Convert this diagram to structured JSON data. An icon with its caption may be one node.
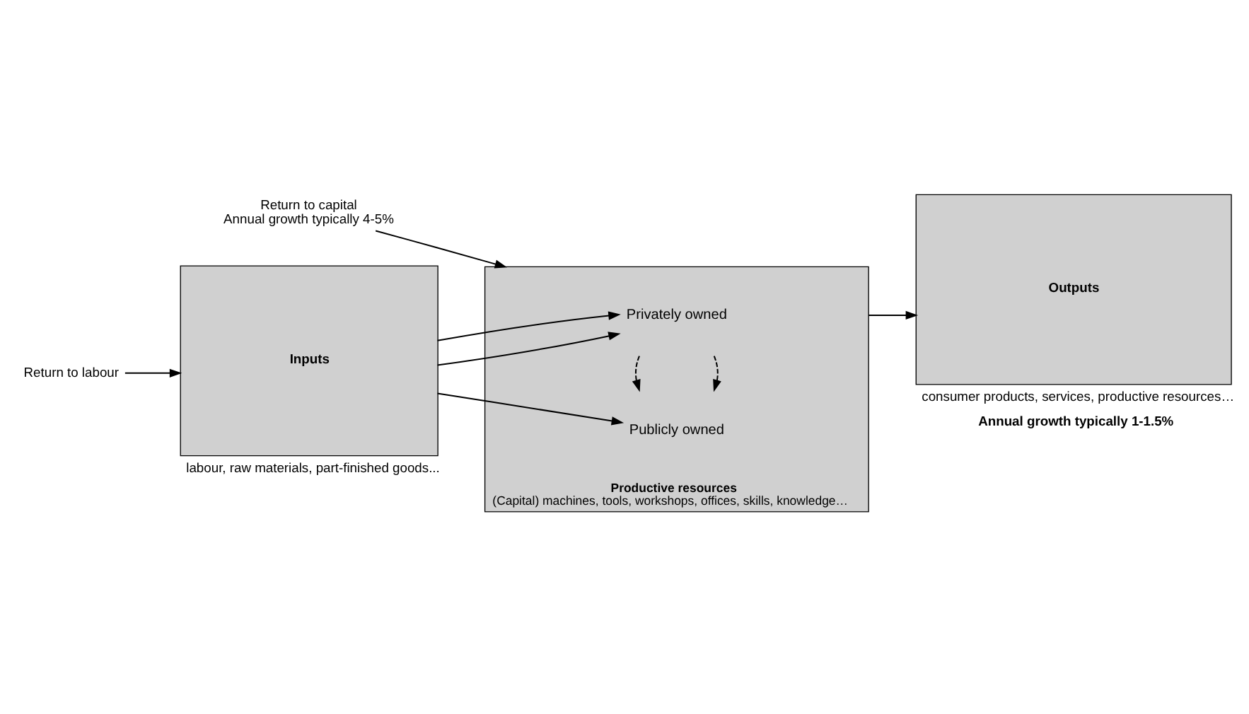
{
  "diagram": {
    "nodes": [
      {
        "text": [
          "Inputs"
        ],
        "beside": [
          "labour, raw materials, part-finished goods..."
        ]
      },
      {
        "text": [],
        "shape": "box",
        "beside": [
          "Productive resources",
          "(Capital) machines, tools, workshops, offices, skills, knowledge…"
        ]
      },
      {
        "text": [
          "Privately owned"
        ],
        "in": 1
      },
      {
        "text": [
          "Publicly owned"
        ],
        "in": 1
      },
      {
        "text": [
          "Outputs"
        ],
        "beside": [
          "consumer products, services, productive resources…",
          "Annual growth typically 1-1.5%"
        ]
      },
      {
        "text": [
          "Return to capital",
          "Annual growth typically 4-5%"
        ]
      },
      {
        "text": [
          "Return to labour"
        ]
      }
    ],
    "edges": [
      {
        "from": 0,
        "to": 2,
        "arrow": "to"
      },
      {
        "from": 0,
        "to": 2,
        "arrow": "to"
      },
      {
        "from": 0,
        "to": 3,
        "arrow": "to"
      },
      {
        "from": 2,
        "to": 3,
        "arrow": "to",
        "style": "dashed"
      },
      {
        "from": 2,
        "to": 3,
        "arrow": "to",
        "style": "dashed"
      },
      {
        "from": 1,
        "to": 4,
        "arrow": "to"
      },
      {
        "from": 5,
        "to": 1,
        "arrow": "to"
      },
      {
        "from": 6,
        "to": 0,
        "arrow": "to"
      }
    ]
  }
}
